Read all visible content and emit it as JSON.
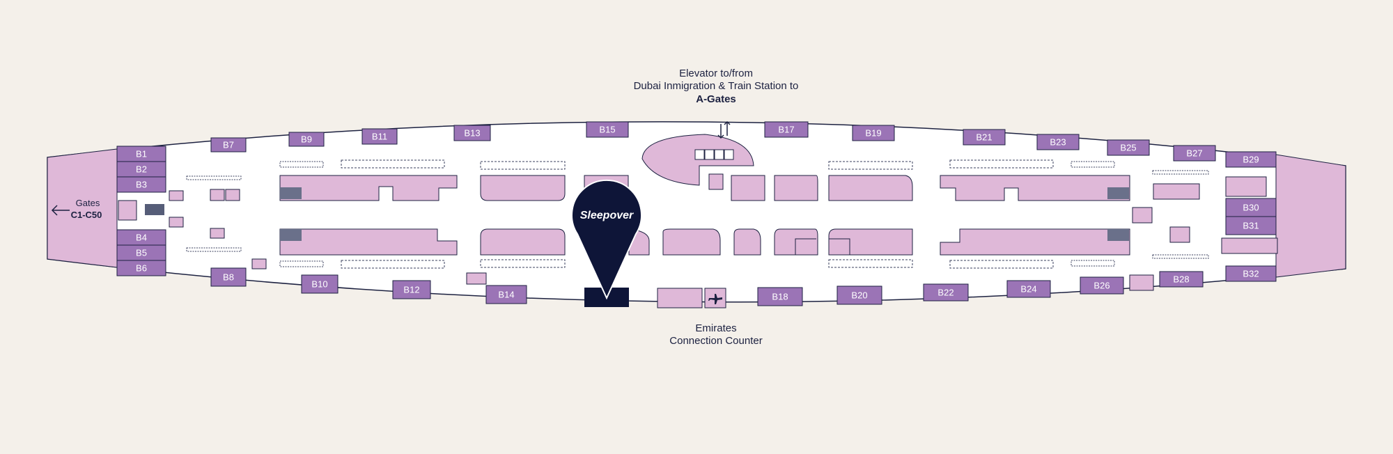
{
  "colors": {
    "background": "#f4f0ea",
    "terminal_fill": "#ffffff",
    "outline": "#1c2140",
    "gate_fill": "#9b74b6",
    "zone_fill": "#dfb8d8",
    "marker": "#0e1538"
  },
  "top_label": {
    "line1": "Elevator to/from",
    "line2": "Dubai Inmigration & Train Station to",
    "line3": "A-Gates"
  },
  "bottom_label": {
    "line1": "Emirates",
    "line2": "Connection Counter"
  },
  "left_label": {
    "line1": "Gates",
    "line2": "C1-C50",
    "arrow_icon": "arrow-left-icon"
  },
  "marker": {
    "brand": "Sleepover",
    "icon": "map-pin-icon"
  },
  "elevator_icon": "up-down-arrows-icon",
  "plane_icon": "airplane-icon",
  "gates": [
    "B1",
    "B2",
    "B3",
    "B4",
    "B5",
    "B6",
    "B7",
    "B8",
    "B9",
    "B10",
    "B11",
    "B12",
    "B13",
    "B14",
    "B15",
    "B17",
    "B18",
    "B19",
    "B20",
    "B21",
    "B22",
    "B23",
    "B24",
    "B25",
    "B26",
    "B27",
    "B28",
    "B29",
    "B30",
    "B31",
    "B32"
  ]
}
